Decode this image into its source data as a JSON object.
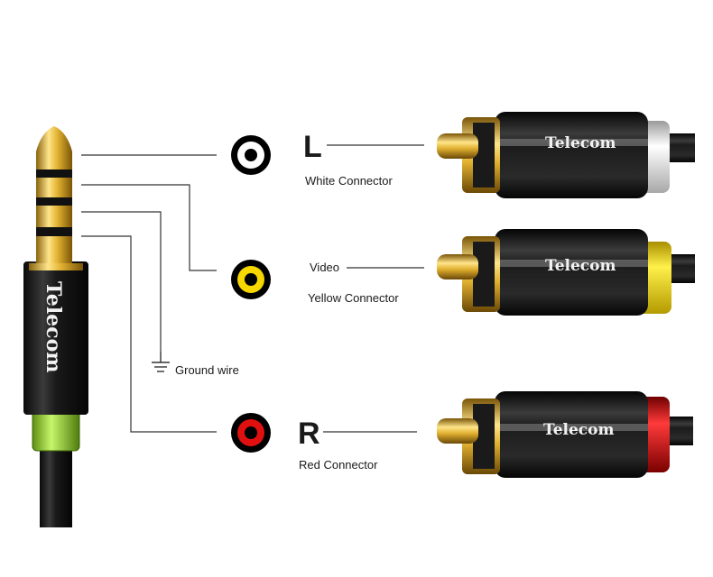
{
  "brand": "Telecom",
  "connectors": {
    "left": {
      "letter": "L",
      "caption": "White Connector",
      "color": "#e6e6e6"
    },
    "video": {
      "letter": "Video",
      "caption": "Yellow Connector",
      "color": "#f2d600"
    },
    "right": {
      "letter": "R",
      "caption": "Red Connector",
      "color": "#d40f0f"
    }
  },
  "ground": {
    "label": "Ground wire"
  },
  "colors": {
    "jack_ring": "#9ddc3b",
    "gold": "#d8a928",
    "body": "#1c1c1c"
  }
}
